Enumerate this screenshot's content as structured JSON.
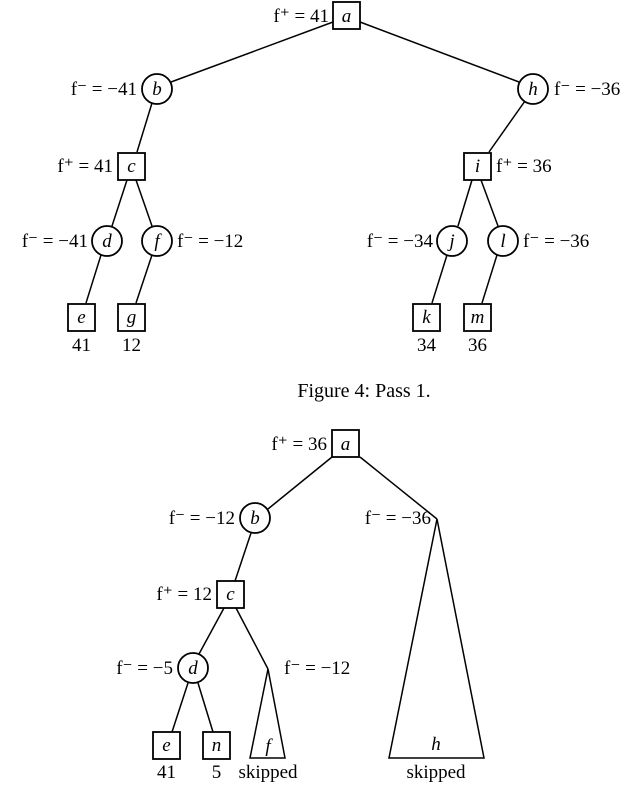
{
  "figure4": {
    "caption": "Figure 4: Pass 1.",
    "nodes": {
      "a": {
        "letter": "a",
        "type": "max",
        "label": "f⁺ = 41"
      },
      "b": {
        "letter": "b",
        "type": "min",
        "label": "f⁻ = −41"
      },
      "h": {
        "letter": "h",
        "type": "min",
        "label": "f⁻ = −36"
      },
      "c": {
        "letter": "c",
        "type": "max",
        "label": "f⁺ = 41"
      },
      "i": {
        "letter": "i",
        "type": "max",
        "label": "f⁺ = 36"
      },
      "d": {
        "letter": "d",
        "type": "min",
        "label": "f⁻ = −41"
      },
      "f": {
        "letter": "f",
        "type": "min",
        "label": "f⁻ = −12"
      },
      "j": {
        "letter": "j",
        "type": "min",
        "label": "f⁻ = −34"
      },
      "l": {
        "letter": "l",
        "type": "min",
        "label": "f⁻ = −36"
      },
      "e": {
        "letter": "e",
        "type": "leaf",
        "value": "41"
      },
      "g": {
        "letter": "g",
        "type": "leaf",
        "value": "12"
      },
      "k": {
        "letter": "k",
        "type": "leaf",
        "value": "34"
      },
      "m": {
        "letter": "m",
        "type": "leaf",
        "value": "36"
      }
    }
  },
  "figure5": {
    "nodes": {
      "a": {
        "letter": "a",
        "type": "max",
        "label": "f⁺ = 36"
      },
      "b": {
        "letter": "b",
        "type": "min",
        "label": "f⁻ = −12"
      },
      "h": {
        "letter": "h",
        "type": "subtree",
        "label": "f⁻ = −36",
        "status": "skipped"
      },
      "c": {
        "letter": "c",
        "type": "max",
        "label": "f⁺ = 12"
      },
      "d": {
        "letter": "d",
        "type": "min",
        "label": "f⁻ = −5"
      },
      "f": {
        "letter": "f",
        "type": "subtree",
        "label": "f⁻ = −12",
        "status": "skipped"
      },
      "e": {
        "letter": "e",
        "type": "leaf",
        "value": "41"
      },
      "n": {
        "letter": "n",
        "type": "leaf",
        "value": "5"
      }
    }
  }
}
